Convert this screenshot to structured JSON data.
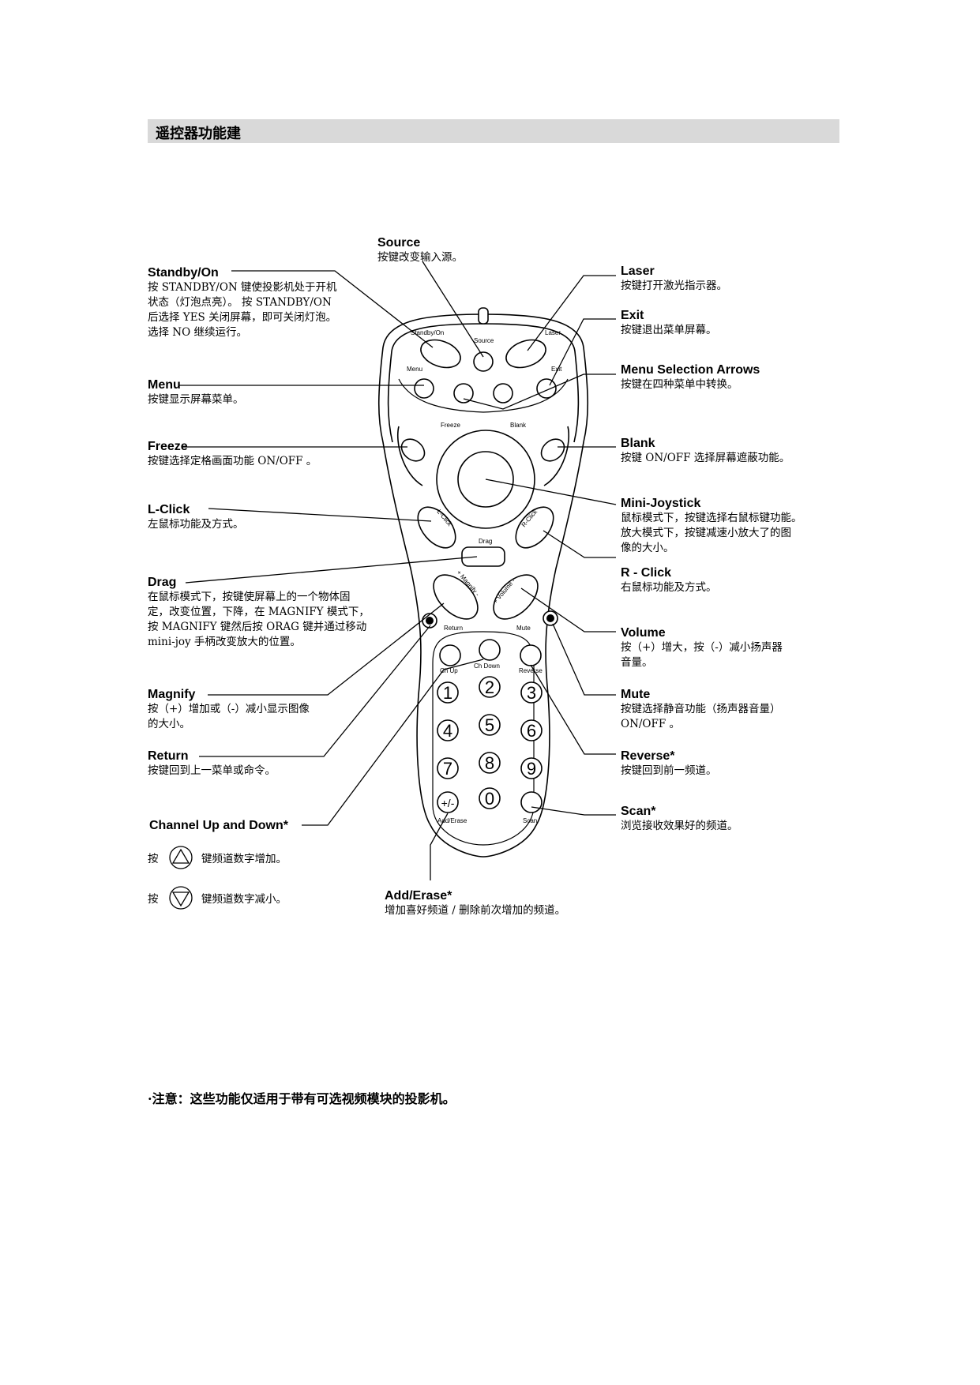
{
  "header": {
    "title": "遥控器功能建"
  },
  "labels": {
    "source": {
      "title": "Source",
      "desc": "按键改变输入源。"
    },
    "standby": {
      "title": "Standby/On",
      "desc": "按 STANDBY/ON 键使投影机处于开机\n状态（灯泡点亮）。 按 STANDBY/ON\n后选择 YES 关闭屏幕，即可关闭灯泡。\n选择 NO 继续运行。"
    },
    "menu": {
      "title": "Menu",
      "desc": "按键显示屏幕菜单。"
    },
    "freeze": {
      "title": "Freeze",
      "desc": "按键选择定格画面功能 ON/OFF 。"
    },
    "lclick": {
      "title": "L-Click",
      "desc": "左鼠标功能及方式。"
    },
    "drag": {
      "title": "Drag",
      "desc": "在鼠标模式下，按键使屏幕上的一个物体固\n定，改变位置，下降，在 MAGNIFY 模式下，\n按 MAGNIFY 键然后按 ORAG 键并通过移动\nmini-joy 手柄改变放大的位置。"
    },
    "magnify": {
      "title": "Magnify",
      "desc": "按（+）增加或（-）减小显示图像\n的大小。"
    },
    "return": {
      "title": "Return",
      "desc": "按键回到上一菜单或命令。"
    },
    "channel": {
      "title": "Channel Up and Down*",
      "up_pre": "按",
      "up_desc": "键频道数字增加。",
      "down_pre": "按",
      "down_desc": "键频道数字减小。"
    },
    "adderase": {
      "title": "Add/Erase*",
      "desc": "增加喜好频道 / 删除前次增加的频道。"
    },
    "laser": {
      "title": "Laser",
      "desc": "按键打开激光指示器。"
    },
    "exit": {
      "title": "Exit",
      "desc": "按键退出菜单屏幕。"
    },
    "arrows": {
      "title": "Menu Selection Arrows",
      "desc": "按键在四种菜单中转换。"
    },
    "blank": {
      "title": "Blank",
      "desc": "按键 ON/OFF 选择屏幕遮蔽功能。"
    },
    "joystick": {
      "title": "Mini-Joystick",
      "desc": "鼠标模式下，按键选择右鼠标键功能。\n放大模式下，按键减速小放大了的图\n像的大小。"
    },
    "rclick": {
      "title": "R - Click",
      "desc": "右鼠标功能及方式。"
    },
    "volume": {
      "title": "Volume",
      "desc": "按（+）增大，按（-）减小扬声器\n音量。"
    },
    "mute": {
      "title": "Mute",
      "desc": "按键选择静音功能（扬声器音量）\nON/OFF 。"
    },
    "reverse": {
      "title": "Reverse*",
      "desc": "按键回到前一频道。"
    },
    "scan": {
      "title": "Scan*",
      "desc": "浏览接收效果好的频道。"
    }
  },
  "remote": {
    "standby": "Standby/On",
    "source": "Source",
    "laser": "Laser",
    "menu": "Menu",
    "exit": "Exit",
    "freeze": "Freeze",
    "blank": "Blank",
    "lclick": "L-Click",
    "rclick": "R-Click",
    "drag": "Drag",
    "magnify": "+ Magnify -",
    "volume": "+ Volume -",
    "return": "Return",
    "mute": "Mute",
    "chup": "Ch Up",
    "chdown": "Ch Down",
    "reverse": "Reverse",
    "adderase": "Add/Erase",
    "scan": "Scan",
    "plusminus": "+/-",
    "digits": [
      "1",
      "2",
      "3",
      "4",
      "5",
      "6",
      "7",
      "8",
      "9",
      "0"
    ]
  },
  "note": "·注意：这些功能仅适用于带有可选视频模块的投影机。"
}
